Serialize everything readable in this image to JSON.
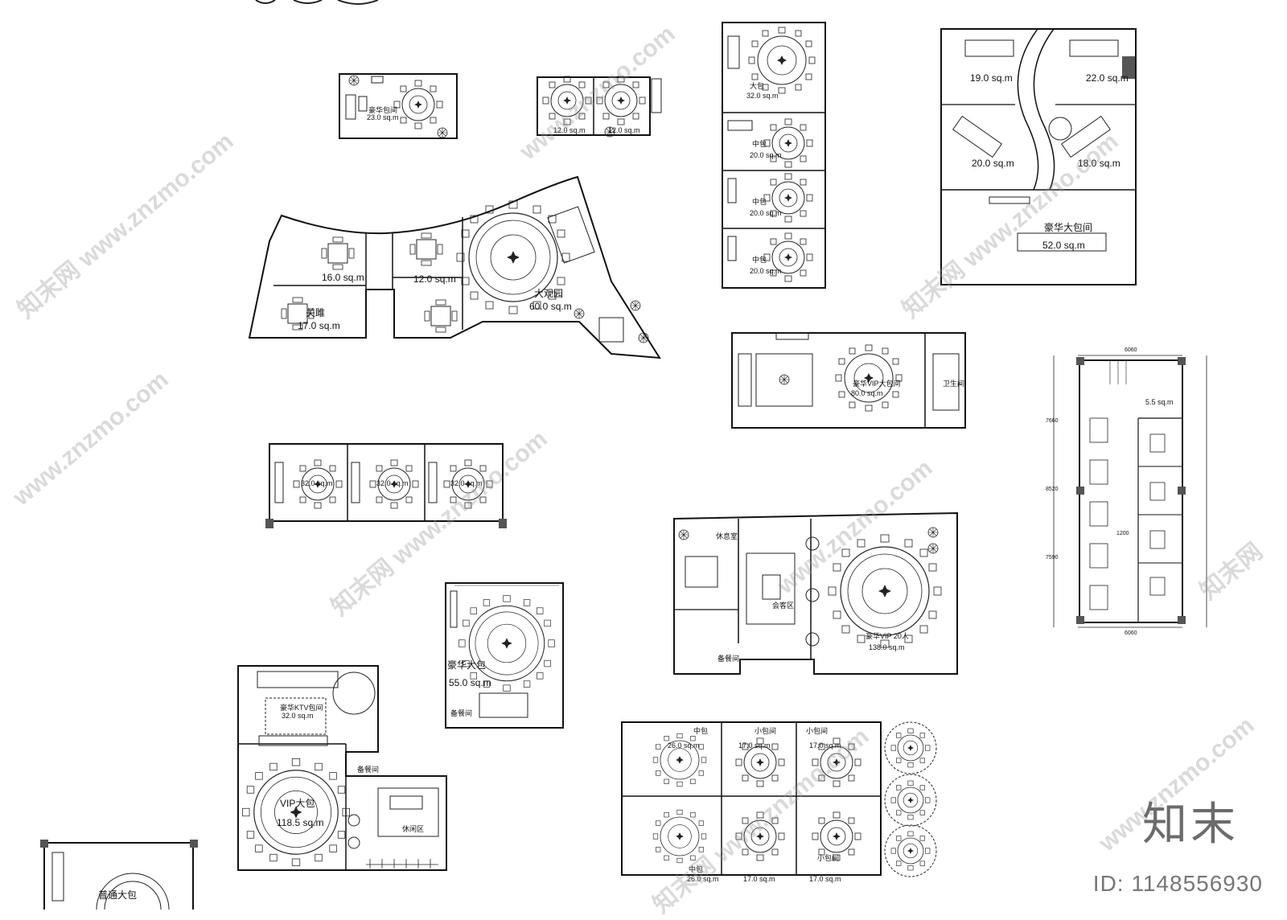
{
  "watermarks": {
    "site": "www.znzmo.com",
    "cn": "知末网",
    "brand": "知末",
    "id": "ID: 1148556930"
  },
  "plans": {
    "p1": {
      "name": "豪华包间",
      "area": "23.0 sq.m"
    },
    "p2": {
      "left_area": "12.0 sq.m",
      "right_area": "12.0 sq.m"
    },
    "p3": {
      "r1_name": "大包",
      "r1_area": "32.0 sq.m",
      "r2_name": "中包",
      "r2_area": "20.0 sq.m",
      "r3_name": "中包",
      "r3_area": "20.0 sq.m",
      "r4_name": "中包",
      "r4_area": "20.0 sq.m"
    },
    "p4": {
      "a1": "19.0 sq.m",
      "a2": "22.0 sq.m",
      "a3": "20.0 sq.m",
      "a4": "18.0 sq.m",
      "big_name": "豪华大包间",
      "big_area": "52.0 sq.m"
    },
    "p5": {
      "r1_area": "16.0 sq.m",
      "r2_area": "12.0 sq.m",
      "r3_name": "关雎",
      "r3_area": "17.0 sq.m",
      "big_name": "大观园",
      "big_area": "60.0 sq.m"
    },
    "p6": {
      "name": "豪华VIP大包间",
      "area": "80.0 sq.m",
      "toilet": "卫生间"
    },
    "p7": {
      "a1": "32.0 sq.m",
      "a2": "32.0 sq.m",
      "a3": "32.0 sq.m"
    },
    "p8": {
      "dim_top": "6060",
      "dim_mid": "8520",
      "dim_a": "7660",
      "dim_b": "7590",
      "toilet_area": "5.5 sq.m",
      "dim_c": "1200"
    },
    "p9": {
      "lounge": "休息室",
      "sofa": "会客区",
      "name": "豪华VIP 20人",
      "area": "138.0 sq.m",
      "service": "备餐间"
    },
    "p10": {
      "name": "豪华大包",
      "area": "55.0 sq.m",
      "service": "备餐间"
    },
    "p11": {
      "ktv_name": "豪华KTV包间",
      "ktv_area": "32.0 sq.m",
      "vip_name": "VIP大包",
      "vip_area": "118.5 sq.m",
      "service": "备餐间",
      "lounge": "休闲区"
    },
    "p12": {
      "t1": "中包",
      "a1": "26.0 sq.m",
      "t2": "小包间",
      "a2": "17.0 sq.m",
      "t3": "小包间",
      "a3": "17.0 sq.m",
      "b1": "26.0 sq.m",
      "b2": "17.0 sq.m",
      "b3": "17.0 sq.m",
      "b1_name": "中包",
      "b3_name": "小包间"
    },
    "p13": {
      "name": "普通大包"
    }
  }
}
